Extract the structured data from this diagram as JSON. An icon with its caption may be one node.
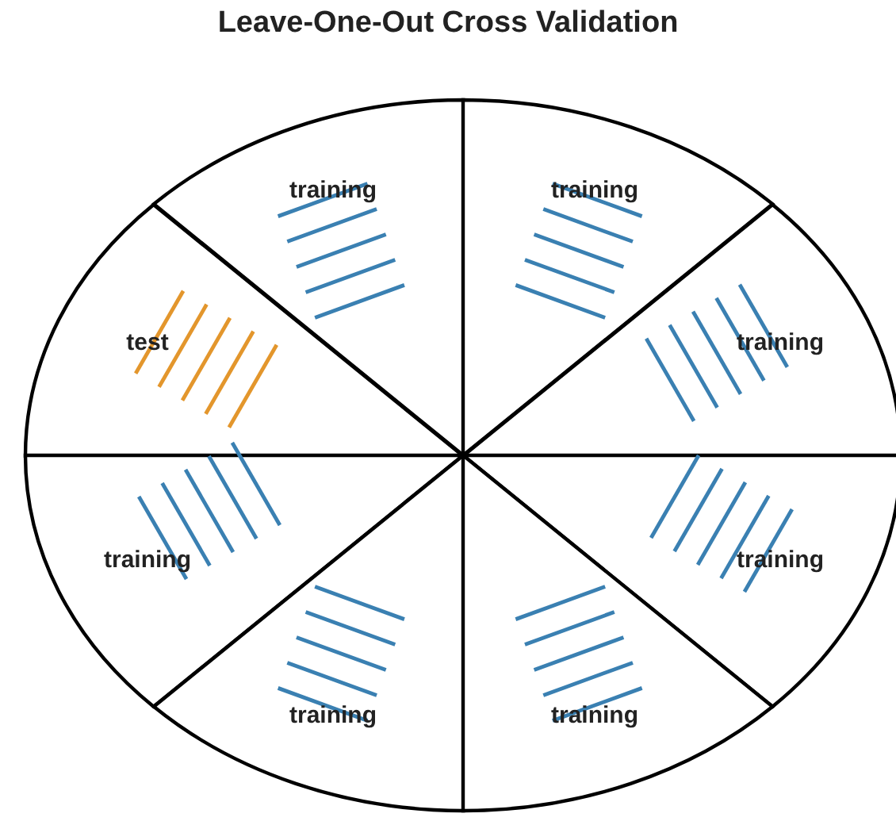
{
  "diagram": {
    "title": "Leave-One-Out Cross Validation",
    "nodes": [
      {
        "text": [
          "training"
        ]
      },
      {
        "text": [
          "training"
        ]
      },
      {
        "text": [
          "training"
        ]
      },
      {
        "text": [
          "test"
        ]
      },
      {
        "text": [
          "training"
        ]
      },
      {
        "text": [
          "training"
        ]
      },
      {
        "text": [
          "training"
        ]
      },
      {
        "text": [
          "training"
        ]
      }
    ],
    "edges": []
  }
}
